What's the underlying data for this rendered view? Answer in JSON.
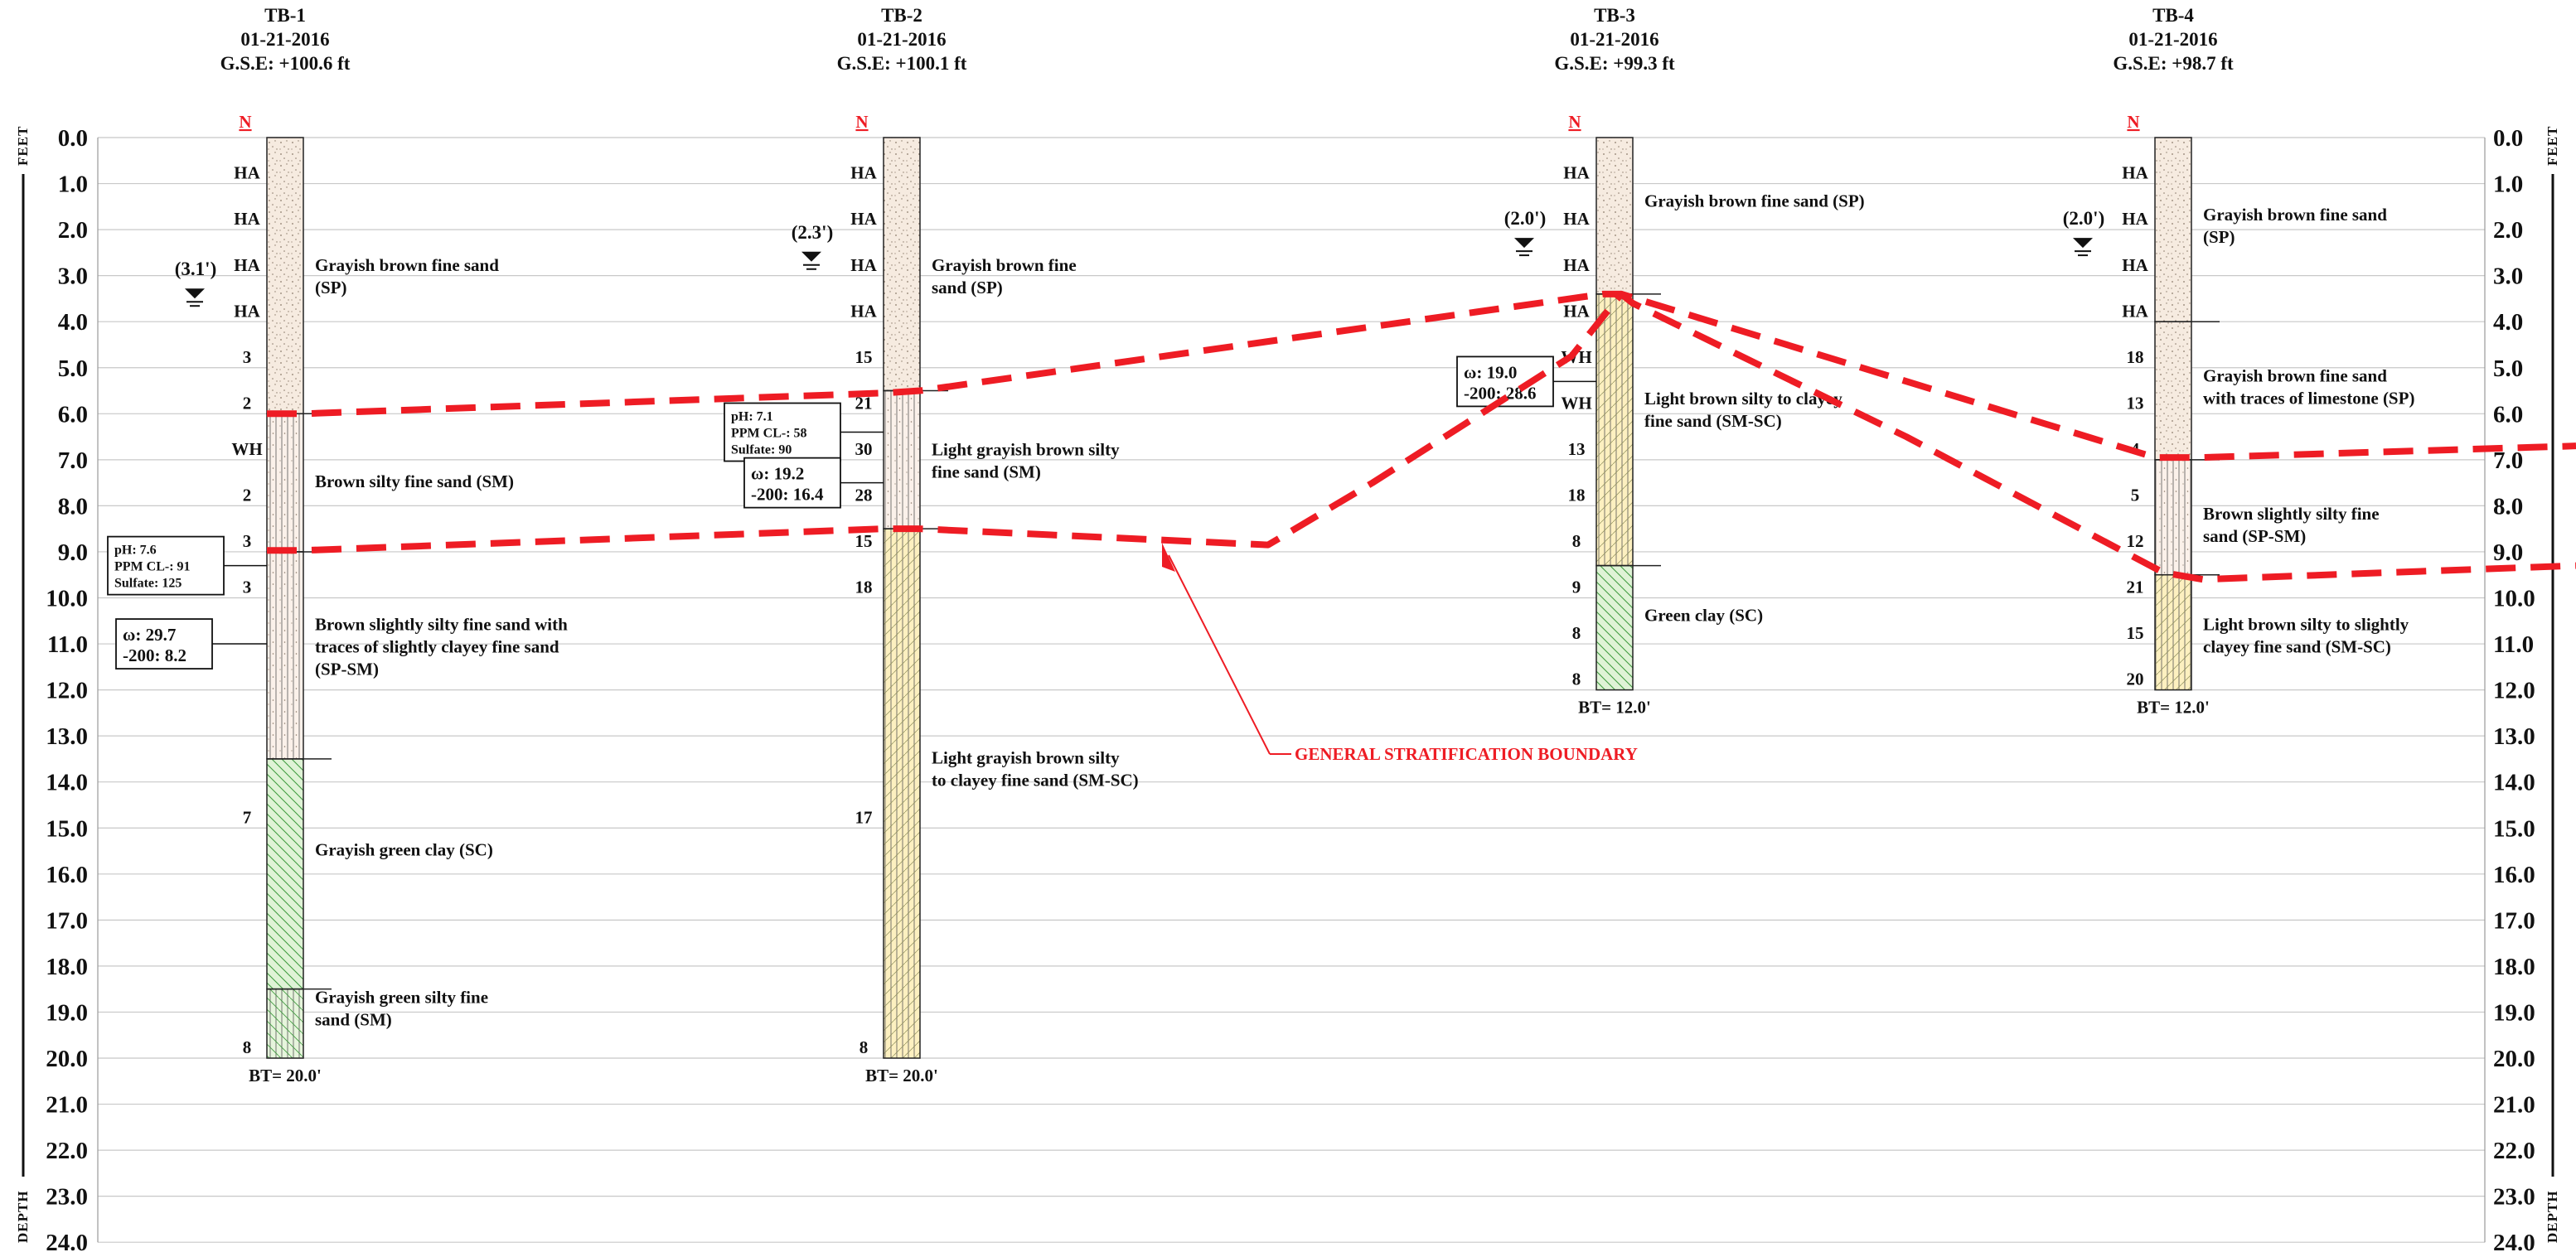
{
  "depth_axis": {
    "unit_label": "FEET",
    "side_label": "DEPTH",
    "ticks": [
      "0.0",
      "1.0",
      "2.0",
      "3.0",
      "4.0",
      "5.0",
      "6.0",
      "7.0",
      "8.0",
      "9.0",
      "10.0",
      "11.0",
      "12.0",
      "13.0",
      "14.0",
      "15.0",
      "16.0",
      "17.0",
      "18.0",
      "19.0",
      "20.0",
      "21.0",
      "22.0",
      "23.0",
      "24.0"
    ]
  },
  "colors": {
    "boundary": "#ee1c24",
    "sand_sp": "#f6ebe0",
    "silty_sand": "#fbf1ea",
    "silty_clayey_sand": "#fdf0c0",
    "clay": "#dff3d6",
    "grid": "#c8c8c8",
    "label_n": "#ee1c24"
  },
  "n_label": "N",
  "boundary_label": "GENERAL STRATIFICATION BOUNDARY",
  "borings": [
    {
      "id": "TB-1",
      "date": "01-21-2016",
      "gse": "G.S.E: +100.6 ft",
      "water_level": "(3.1')",
      "water_depth": 3.1,
      "bottom_label": "BT= 20.0'",
      "bottom_depth": 20.0,
      "blows": [
        {
          "d": 0.75,
          "v": "HA"
        },
        {
          "d": 1.75,
          "v": "HA"
        },
        {
          "d": 2.75,
          "v": "HA"
        },
        {
          "d": 3.75,
          "v": "HA"
        },
        {
          "d": 4.75,
          "v": "3"
        },
        {
          "d": 5.75,
          "v": "2"
        },
        {
          "d": 6.75,
          "v": "WH"
        },
        {
          "d": 7.75,
          "v": "2"
        },
        {
          "d": 8.75,
          "v": "3"
        },
        {
          "d": 9.75,
          "v": "3"
        },
        {
          "d": 14.75,
          "v": "7"
        },
        {
          "d": 19.75,
          "v": "8"
        }
      ],
      "strata": [
        {
          "top": 0.0,
          "bottom": 6.0,
          "pattern": "sand",
          "desc": [
            "Grayish brown fine sand",
            "(SP)"
          ],
          "desc_depth": 2.9
        },
        {
          "top": 6.0,
          "bottom": 9.0,
          "pattern": "silty",
          "desc": [
            "Brown silty fine sand (SM)"
          ],
          "desc_depth": 7.6
        },
        {
          "top": 9.0,
          "bottom": 13.5,
          "pattern": "silty",
          "desc": [
            "Brown slightly silty fine sand with",
            "traces of slightly clayey fine sand",
            "(SP-SM)"
          ],
          "desc_depth": 10.7
        },
        {
          "top": 13.5,
          "bottom": 18.5,
          "pattern": "clay",
          "desc": [
            "Grayish green clay (SC)"
          ],
          "desc_depth": 15.6
        },
        {
          "top": 18.5,
          "bottom": 20.0,
          "pattern": "siltyclay",
          "desc": [
            "Grayish green silty fine",
            "sand (SM)"
          ],
          "desc_depth": 18.8
        }
      ],
      "tests": [
        {
          "lines": [
            "pH: 7.6",
            "PPM CL-: 91",
            "Sulfate: 125"
          ],
          "depth": 9.3
        },
        {
          "lines": [
            "ω: 29.7",
            "-200: 8.2"
          ],
          "depth": 11.0
        }
      ]
    },
    {
      "id": "TB-2",
      "date": "01-21-2016",
      "gse": "G.S.E: +100.1 ft",
      "water_level": "(2.3')",
      "water_depth": 2.3,
      "bottom_label": "BT= 20.0'",
      "bottom_depth": 20.0,
      "blows": [
        {
          "d": 0.75,
          "v": "HA"
        },
        {
          "d": 1.75,
          "v": "HA"
        },
        {
          "d": 2.75,
          "v": "HA"
        },
        {
          "d": 3.75,
          "v": "HA"
        },
        {
          "d": 4.75,
          "v": "15"
        },
        {
          "d": 5.75,
          "v": "21"
        },
        {
          "d": 6.75,
          "v": "30"
        },
        {
          "d": 7.75,
          "v": "28"
        },
        {
          "d": 8.75,
          "v": "15"
        },
        {
          "d": 9.75,
          "v": "18"
        },
        {
          "d": 14.75,
          "v": "17"
        },
        {
          "d": 19.75,
          "v": "8"
        }
      ],
      "strata": [
        {
          "top": 0.0,
          "bottom": 5.5,
          "pattern": "sand",
          "desc": [
            "Grayish brown fine",
            "sand (SP)"
          ],
          "desc_depth": 2.9
        },
        {
          "top": 5.5,
          "bottom": 8.5,
          "pattern": "silty",
          "desc": [
            "Light grayish brown silty",
            "fine sand (SM)"
          ],
          "desc_depth": 6.9
        },
        {
          "top": 8.5,
          "bottom": 20.0,
          "pattern": "siltyclayey",
          "desc": [
            "Light grayish brown silty",
            "to clayey fine sand (SM-SC)"
          ],
          "desc_depth": 13.6
        }
      ],
      "tests": [
        {
          "lines": [
            "pH: 7.1",
            "PPM CL-: 58",
            "Sulfate: 90"
          ],
          "depth": 6.4
        },
        {
          "lines": [
            "ω: 19.2",
            "-200: 16.4"
          ],
          "depth": 7.5
        }
      ]
    },
    {
      "id": "TB-3",
      "date": "01-21-2016",
      "gse": "G.S.E: +99.3 ft",
      "water_level": "(2.0')",
      "water_depth": 2.0,
      "bottom_label": "BT= 12.0'",
      "bottom_depth": 12.0,
      "blows": [
        {
          "d": 0.75,
          "v": "HA"
        },
        {
          "d": 1.75,
          "v": "HA"
        },
        {
          "d": 2.75,
          "v": "HA"
        },
        {
          "d": 3.75,
          "v": "HA"
        },
        {
          "d": 4.75,
          "v": "WH"
        },
        {
          "d": 5.75,
          "v": "WH"
        },
        {
          "d": 6.75,
          "v": "13"
        },
        {
          "d": 7.75,
          "v": "18"
        },
        {
          "d": 8.75,
          "v": "8"
        },
        {
          "d": 9.75,
          "v": "9"
        },
        {
          "d": 10.75,
          "v": "8"
        },
        {
          "d": 11.75,
          "v": "8"
        }
      ],
      "strata": [
        {
          "top": 0.0,
          "bottom": 3.4,
          "pattern": "sand",
          "desc": [
            "Grayish brown fine sand (SP)"
          ],
          "desc_depth": 1.5
        },
        {
          "top": 3.4,
          "bottom": 9.3,
          "pattern": "siltyclayey",
          "desc": [
            "Light brown silty to clayey",
            "fine sand (SM-SC)"
          ],
          "desc_depth": 5.8
        },
        {
          "top": 9.3,
          "bottom": 12.0,
          "pattern": "clay",
          "desc": [
            "Green clay (SC)"
          ],
          "desc_depth": 10.5
        }
      ],
      "tests": [
        {
          "lines": [
            "ω: 19.0",
            "-200: 28.6"
          ],
          "depth": 5.3
        }
      ]
    },
    {
      "id": "TB-4",
      "date": "01-21-2016",
      "gse": "G.S.E: +98.7 ft",
      "water_level": "(2.0')",
      "water_depth": 2.0,
      "bottom_label": "BT= 12.0'",
      "bottom_depth": 12.0,
      "blows": [
        {
          "d": 0.75,
          "v": "HA"
        },
        {
          "d": 1.75,
          "v": "HA"
        },
        {
          "d": 2.75,
          "v": "HA"
        },
        {
          "d": 3.75,
          "v": "HA"
        },
        {
          "d": 4.75,
          "v": "18"
        },
        {
          "d": 5.75,
          "v": "13"
        },
        {
          "d": 6.75,
          "v": "4"
        },
        {
          "d": 7.75,
          "v": "5"
        },
        {
          "d": 8.75,
          "v": "12"
        },
        {
          "d": 9.75,
          "v": "21"
        },
        {
          "d": 10.75,
          "v": "15"
        },
        {
          "d": 11.75,
          "v": "20"
        }
      ],
      "strata": [
        {
          "top": 0.0,
          "bottom": 4.0,
          "pattern": "sand",
          "desc": [
            "Grayish brown fine sand",
            "(SP)"
          ],
          "desc_depth": 1.8
        },
        {
          "top": 4.0,
          "bottom": 7.0,
          "pattern": "sand",
          "desc": [
            "Grayish brown fine sand",
            "with traces of limestone (SP)"
          ],
          "desc_depth": 5.3
        },
        {
          "top": 7.0,
          "bottom": 9.5,
          "pattern": "silty",
          "desc": [
            "Brown slightly silty fine",
            "sand (SP-SM)"
          ],
          "desc_depth": 8.3
        },
        {
          "top": 9.5,
          "bottom": 12.0,
          "pattern": "siltyclayey",
          "desc": [
            "Light brown silty to slightly",
            "clayey fine sand (SM-SC)"
          ],
          "desc_depth": 10.7
        }
      ],
      "tests": []
    }
  ]
}
